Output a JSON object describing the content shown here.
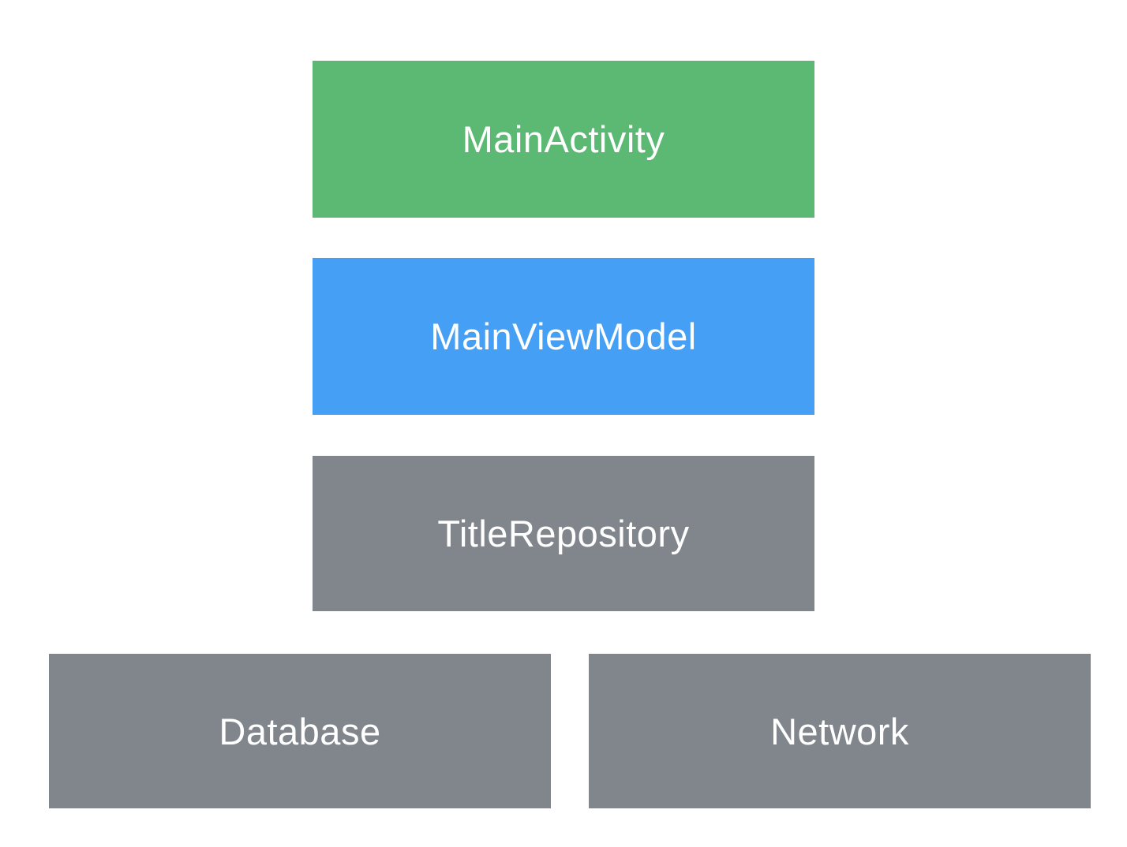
{
  "diagram": {
    "description": "App architecture layer diagram",
    "background_color": "#ffffff",
    "label_text_color": "#ffffff",
    "nodes": [
      {
        "id": "main-activity",
        "label": "MainActivity",
        "color": "#5BB974"
      },
      {
        "id": "main-view-model",
        "label": "MainViewModel",
        "color": "#459FF5"
      },
      {
        "id": "title-repository",
        "label": "TitleRepository",
        "color": "#80868B"
      },
      {
        "id": "database",
        "label": "Database",
        "color": "#80868B"
      },
      {
        "id": "network",
        "label": "Network",
        "color": "#80868B"
      }
    ]
  }
}
